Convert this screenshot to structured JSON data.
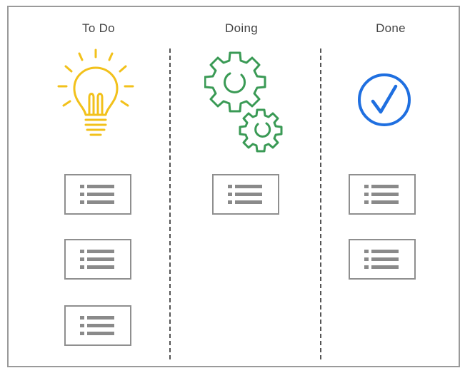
{
  "columns": [
    {
      "title": "To Do",
      "icon": "lightbulb-icon",
      "card_count": 3,
      "accent": "#f2c11b"
    },
    {
      "title": "Doing",
      "icon": "gears-icon",
      "card_count": 1,
      "accent": "#3a9a55"
    },
    {
      "title": "Done",
      "icon": "checkmark-circle-icon",
      "card_count": 2,
      "accent": "#1f6fe0"
    }
  ],
  "colors": {
    "border": "#9a9a9a",
    "divider": "#555555",
    "card_border": "#8f8f8f",
    "list_lines": "#8a8a8a"
  }
}
